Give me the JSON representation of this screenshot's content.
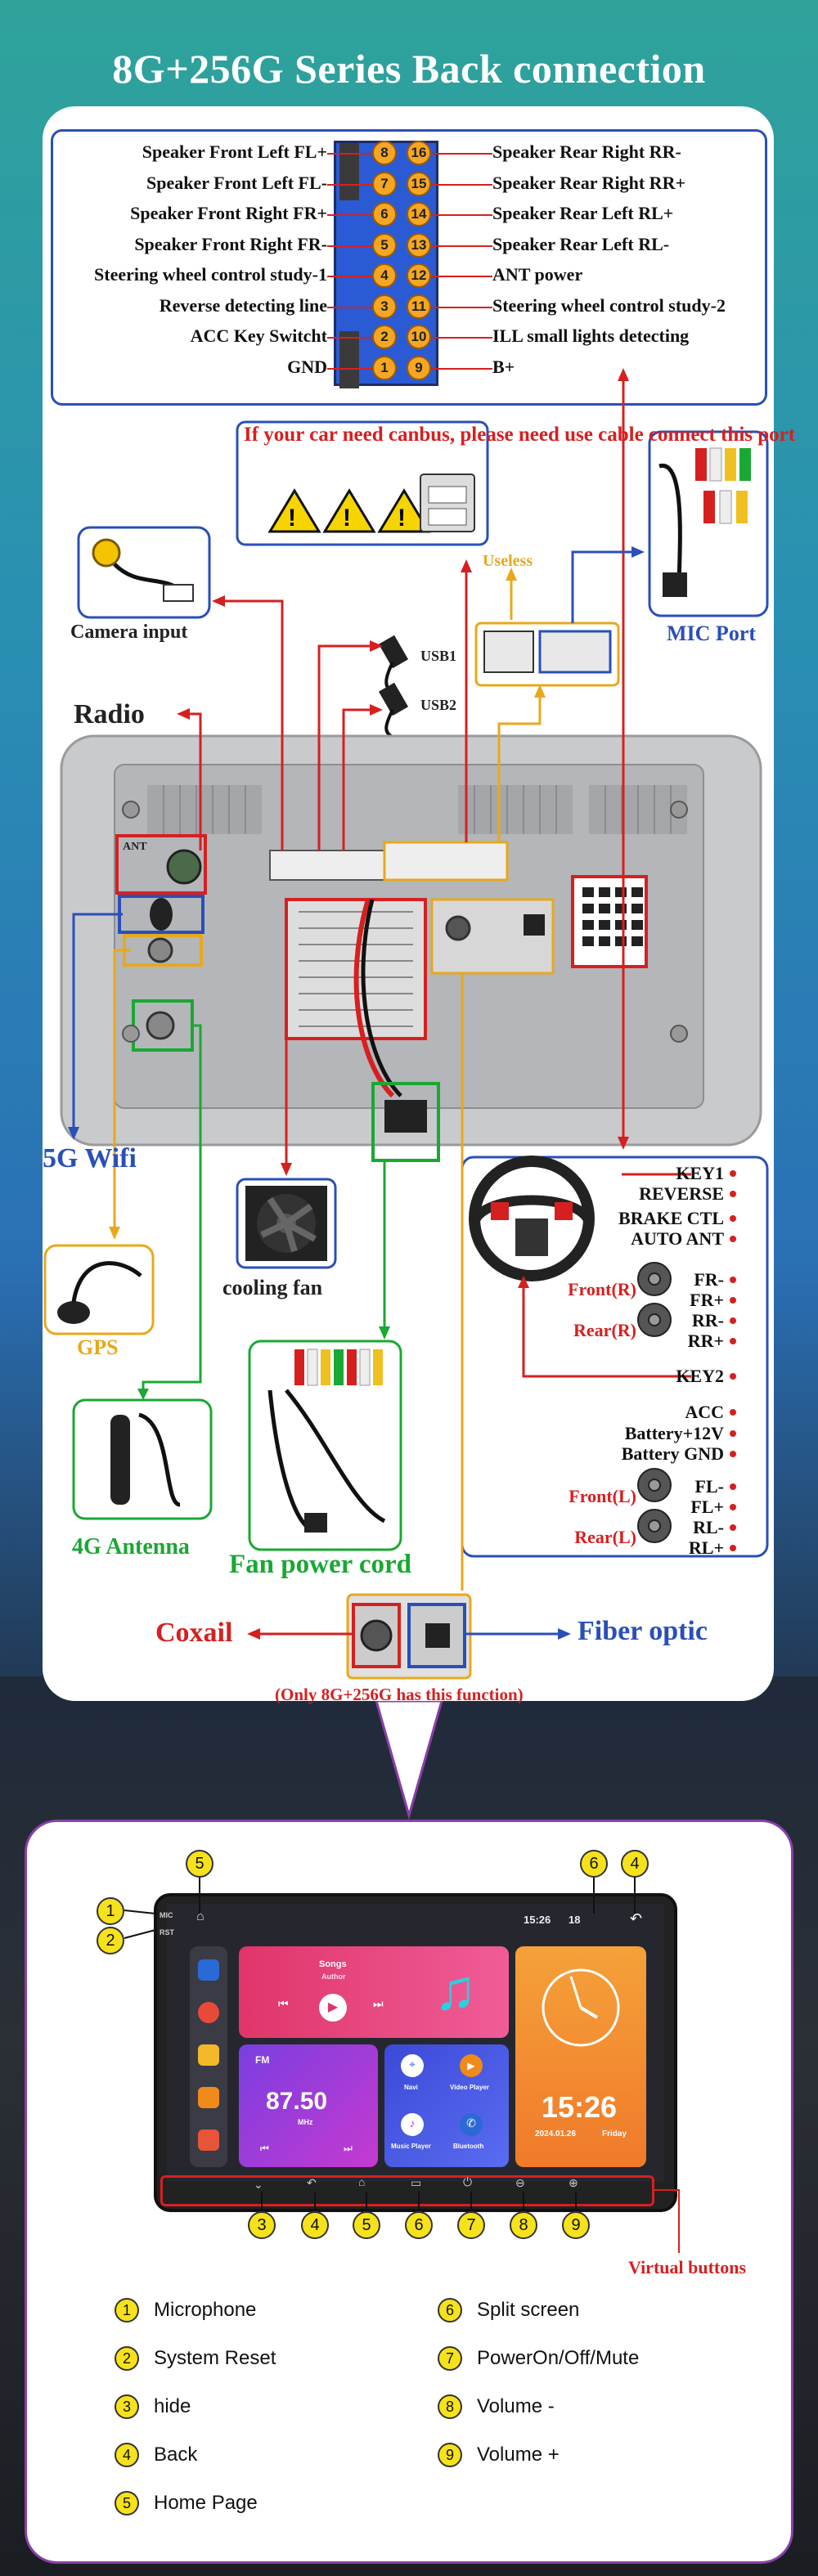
{
  "title": "8G+256G Series Back connection",
  "pinout": {
    "left": [
      {
        "label": "Speaker Front Left FL+",
        "pin": "8"
      },
      {
        "label": "Speaker Front Left FL-",
        "pin": "7"
      },
      {
        "label": "Speaker Front Right FR+",
        "pin": "6"
      },
      {
        "label": "Speaker Front Right FR-",
        "pin": "5"
      },
      {
        "label": "Steering wheel control study-1",
        "pin": "4"
      },
      {
        "label": "Reverse detecting line",
        "pin": "3"
      },
      {
        "label": "ACC Key Switcht",
        "pin": "2"
      },
      {
        "label": "GND",
        "pin": "1"
      }
    ],
    "right": [
      {
        "label": "Speaker Rear Right RR-",
        "pin": "16"
      },
      {
        "label": "Speaker Rear Right RR+",
        "pin": "15"
      },
      {
        "label": "Speaker Rear Left RL+",
        "pin": "14"
      },
      {
        "label": "Speaker Rear Left RL-",
        "pin": "13"
      },
      {
        "label": "ANT power",
        "pin": "12"
      },
      {
        "label": "Steering wheel control study-2",
        "pin": "11"
      },
      {
        "label": "ILL small lights detecting",
        "pin": "10"
      },
      {
        "label": "B+",
        "pin": "9"
      }
    ]
  },
  "canbus_note": "If your car need canbus, please need use cable connect this port",
  "labels": {
    "useless": "Useless",
    "mic_port": "MIC Port",
    "camera_input": "Camera input",
    "usb1": "USB1",
    "usb2": "USB2",
    "radio": "Radio",
    "wifi": "5G Wifi",
    "gps": "GPS",
    "cooling_fan": "cooling fan",
    "antenna_4g": "4G Antenna",
    "fan_power_cord": "Fan power cord",
    "coxail": "Coxail",
    "fiber_optic": "Fiber optic",
    "only_note": "(Only 8G+256G has this function)",
    "ant_text": "ANT"
  },
  "steering": {
    "top": [
      "KEY1",
      "REVERSE",
      "BRAKE CTL",
      "AUTO ANT"
    ],
    "front_r": {
      "name": "Front(R)",
      "pins": [
        "FR-",
        "FR+"
      ]
    },
    "rear_r": {
      "name": "Rear(R)",
      "pins": [
        "RR-",
        "RR+"
      ]
    },
    "key2": "KEY2",
    "power": [
      "ACC",
      "Battery+12V",
      "Battery GND"
    ],
    "front_l": {
      "name": "Front(L)",
      "pins": [
        "FL-",
        "FL+"
      ]
    },
    "rear_l": {
      "name": "Rear(L)",
      "pins": [
        "RL-",
        "RL+"
      ]
    }
  },
  "device": {
    "mic": "MIC",
    "rst": "RST",
    "status_time": "15:26",
    "status_vol": "18",
    "songs": "Songs",
    "author": "Author",
    "fm": "FM",
    "freq": "87.50",
    "mhz": "MHz",
    "navi": "Navi",
    "video_player": "Video Player",
    "music_player": "Music Player",
    "bluetooth": "Bluetooth",
    "clock_time": "15:26",
    "clock_date": "2024.01.26",
    "clock_day": "Friday"
  },
  "virtual_buttons": "Virtual buttons",
  "callouts_top": [
    "5",
    "6",
    "4"
  ],
  "callouts_side": [
    "1",
    "2"
  ],
  "callouts_bottom": [
    "3",
    "4",
    "5",
    "6",
    "7",
    "8",
    "9"
  ],
  "legend": [
    {
      "n": "1",
      "text": "Microphone"
    },
    {
      "n": "2",
      "text": "System Reset"
    },
    {
      "n": "3",
      "text": "hide"
    },
    {
      "n": "4",
      "text": "Back"
    },
    {
      "n": "5",
      "text": "Home Page"
    },
    {
      "n": "6",
      "text": "Split screen"
    },
    {
      "n": "7",
      "text": "PowerOn/Off/Mute"
    },
    {
      "n": "8",
      "text": "Volume -"
    },
    {
      "n": "9",
      "text": "Volume +"
    }
  ],
  "colors": {
    "blue": "#2a4fb8",
    "red": "#d62020",
    "green": "#1aa834",
    "orange": "#e8a81c",
    "yellow": "#f6e21a"
  }
}
